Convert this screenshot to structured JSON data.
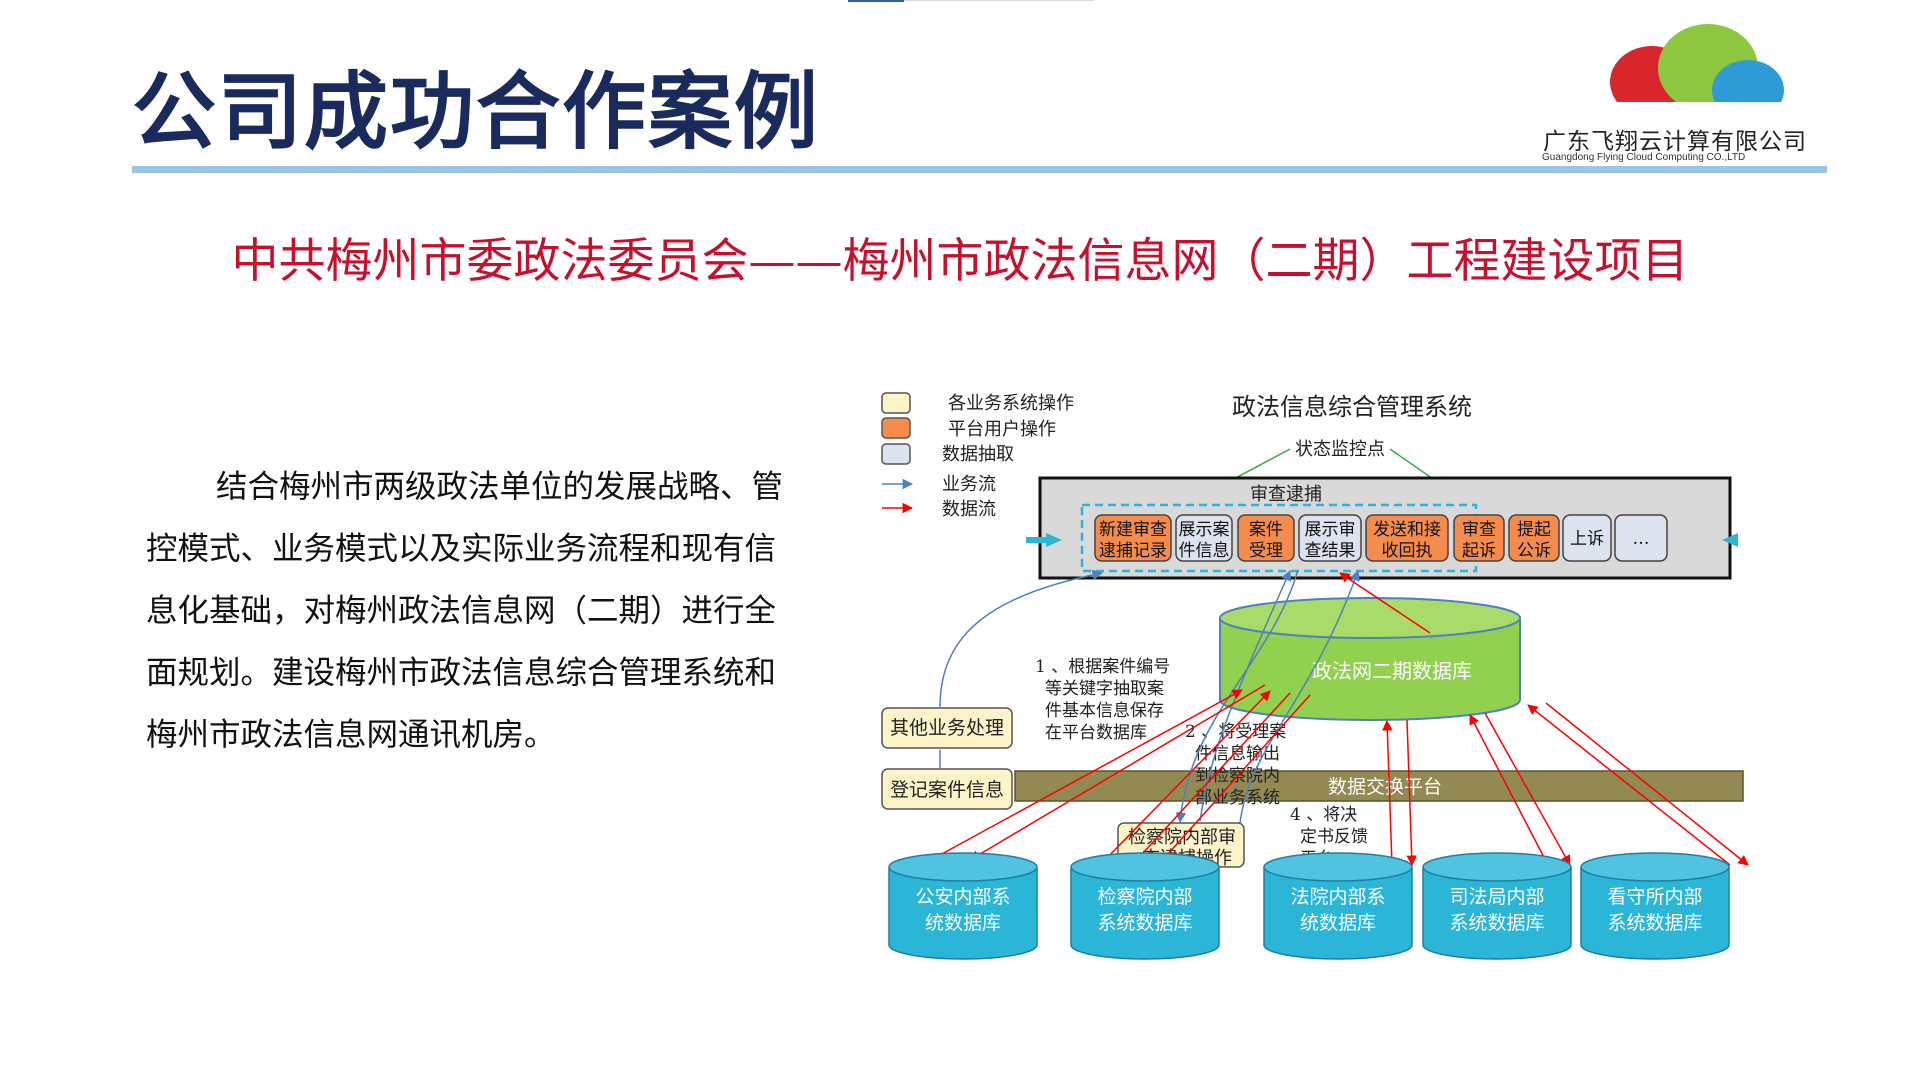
{
  "slide": {
    "title": "公司成功合作案例",
    "subtitle": "中共梅州市委政法委员会——梅州市政法信息网（二期）工程建设项目",
    "body": "结合梅州市两级政法单位的发展战略、管控模式、业务模式以及实际业务流程和现有信息化基础，对梅州政法信息网（二期）进行全面规划。建设梅州市政法信息综合管理系统和梅州市政法信息网通讯机房。"
  },
  "logo": {
    "name_cn": "广东飞翔云计算有限公司",
    "name_en": "Guangdong Flying Cloud Computing CO.,LTD",
    "colors": [
      "#d9262c",
      "#8dc63f",
      "#2f9bd6"
    ]
  },
  "colors": {
    "title": "#1b2a5c",
    "rule": "#9dc3e6",
    "subtitle": "#c8102e",
    "biz_op": "#fdf5c9",
    "platform_op": "#f58b4c",
    "extract": "#dce3ee",
    "db_green": "#92d050",
    "db_cyan": "#2bb5d6",
    "exchange_bar": "#938953",
    "data_flow": "#ff0000",
    "biz_flow": "#4f81bd"
  },
  "diagram": {
    "legend": [
      {
        "label": "各业务系统操作",
        "kind": "biz_op"
      },
      {
        "label": "平台用户操作",
        "kind": "platform_op"
      },
      {
        "label": "数据抽取",
        "kind": "extract"
      },
      {
        "label": "业务流",
        "kind": "biz_flow"
      },
      {
        "label": "数据流",
        "kind": "data_flow"
      }
    ],
    "system_title": "政法信息综合管理系统",
    "monitor_label": "状态监控点",
    "review_label": "审查逮捕",
    "process_steps": [
      {
        "line1": "新建审查",
        "line2": "逮捕记录",
        "kind": "platform_op"
      },
      {
        "line1": "展示案",
        "line2": "件信息",
        "kind": "extract"
      },
      {
        "line1": "案件",
        "line2": "受理",
        "kind": "platform_op"
      },
      {
        "line1": "展示审",
        "line2": "查结果",
        "kind": "extract"
      },
      {
        "line1": "发送和接",
        "line2": "收回执",
        "kind": "platform_op"
      },
      {
        "line1": "审查",
        "line2": "起诉",
        "kind": "platform_op"
      },
      {
        "line1": "提起",
        "line2": "公诉",
        "kind": "platform_op"
      },
      {
        "line1": "上诉",
        "line2": "",
        "kind": "extract"
      },
      {
        "line1": "…",
        "line2": "",
        "kind": "extract"
      }
    ],
    "central_db": "政法网二期数据库",
    "exchange_platform": "数据交换平台",
    "biz_boxes": [
      {
        "label": "其他业务处理"
      },
      {
        "label": "登记案件信息"
      }
    ],
    "procuratorate_op": {
      "line1": "检察院内部审",
      "line2": "查逮捕操作"
    },
    "notes": [
      {
        "lines": [
          "1 、根据案件编号",
          "等关键字抽取案",
          "件基本信息保存",
          "在平台数据库"
        ]
      },
      {
        "lines": [
          "2 、将受理案",
          "件信息输出",
          "到检察院内",
          "部业务系统"
        ]
      },
      {
        "lines": [
          "4 、将决",
          "定书反馈",
          "平台"
        ]
      }
    ],
    "databases": [
      {
        "line1": "公安内部系",
        "line2": "统数据库"
      },
      {
        "line1": "检察院内部",
        "line2": "系统数据库"
      },
      {
        "line1": "法院内部系",
        "line2": "统数据库"
      },
      {
        "line1": "司法局内部",
        "line2": "系统数据库"
      },
      {
        "line1": "看守所内部",
        "line2": "系统数据库"
      }
    ]
  }
}
